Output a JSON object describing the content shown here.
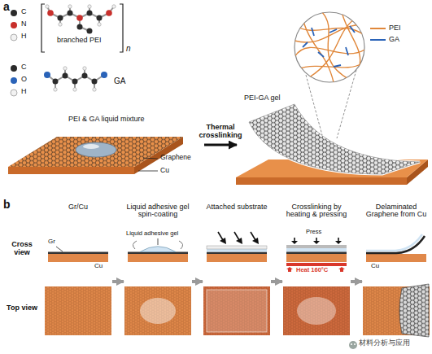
{
  "diagram": {
    "nodes": [
      {
        "text": [
          "PEI & GA liquid mixture"
        ]
      },
      {
        "text": [
          "PEI-GA gel"
        ]
      },
      {
        "text": [
          "Gr/Cu"
        ]
      },
      {
        "text": [
          "Liquid adhesive gel spin-coating"
        ]
      },
      {
        "text": [
          "Attached substrate"
        ]
      },
      {
        "text": [
          "Crosslinking by heating & pressing"
        ]
      },
      {
        "text": [
          "Delaminated Graphene from Cu"
        ]
      }
    ],
    "edges": [
      {
        "from": 0,
        "to": 1,
        "label": "Thermal crosslinking",
        "arrow": "to"
      },
      {
        "from": 2,
        "to": 3,
        "arrow": "to"
      },
      {
        "from": 3,
        "to": 4,
        "arrow": "to"
      },
      {
        "from": 4,
        "to": 5,
        "arrow": "to"
      },
      {
        "from": 5,
        "to": 6,
        "arrow": "to"
      }
    ],
    "labels": [
      "a",
      "C",
      "N",
      "H",
      "branched PEI",
      "n",
      "C",
      "O",
      "H",
      "GA",
      "Graphene",
      "Cu",
      "b",
      "Cross view",
      "Top view",
      "Gr",
      "Cu",
      "Liquid adhesive gel",
      "Press",
      "Heat 160°C",
      "Cu",
      "材料分析与应用"
    ],
    "legend": [
      {
        "text": "PEI"
      },
      {
        "text": "GA"
      }
    ]
  }
}
